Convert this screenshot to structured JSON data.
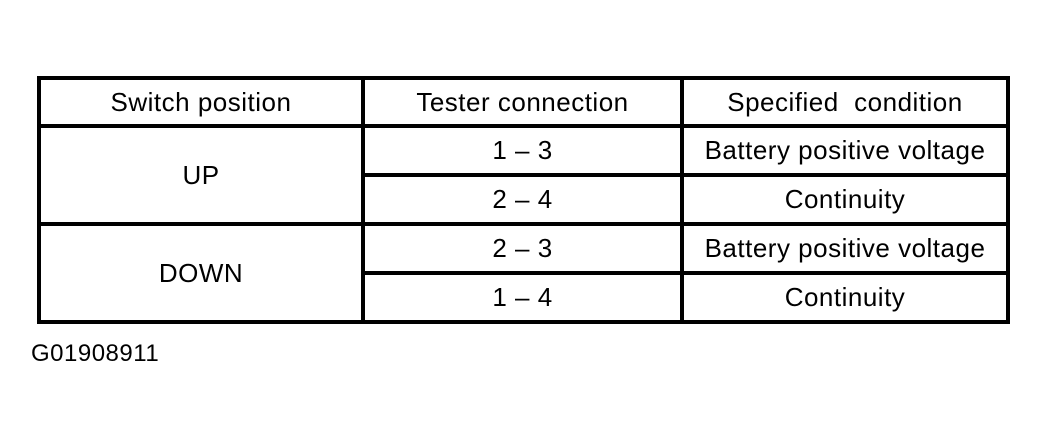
{
  "page": {
    "background": "#ffffff",
    "text_color": "#000000",
    "border_color": "#000000"
  },
  "figure_label": "G01908911",
  "table": {
    "headers": {
      "switch_position": "Switch position",
      "tester_connection": "Tester connection",
      "specified_condition": "Specified  condition"
    },
    "groups": [
      {
        "switch_position": "UP",
        "rows": [
          {
            "tester_connection": "1 – 3",
            "specified_condition": "Battery positive voltage"
          },
          {
            "tester_connection": "2 – 4",
            "specified_condition": "Continuity"
          }
        ]
      },
      {
        "switch_position": "DOWN",
        "rows": [
          {
            "tester_connection": "2 – 3",
            "specified_condition": "Battery positive voltage"
          },
          {
            "tester_connection": "1 – 4",
            "specified_condition": "Continuity"
          }
        ]
      }
    ]
  }
}
